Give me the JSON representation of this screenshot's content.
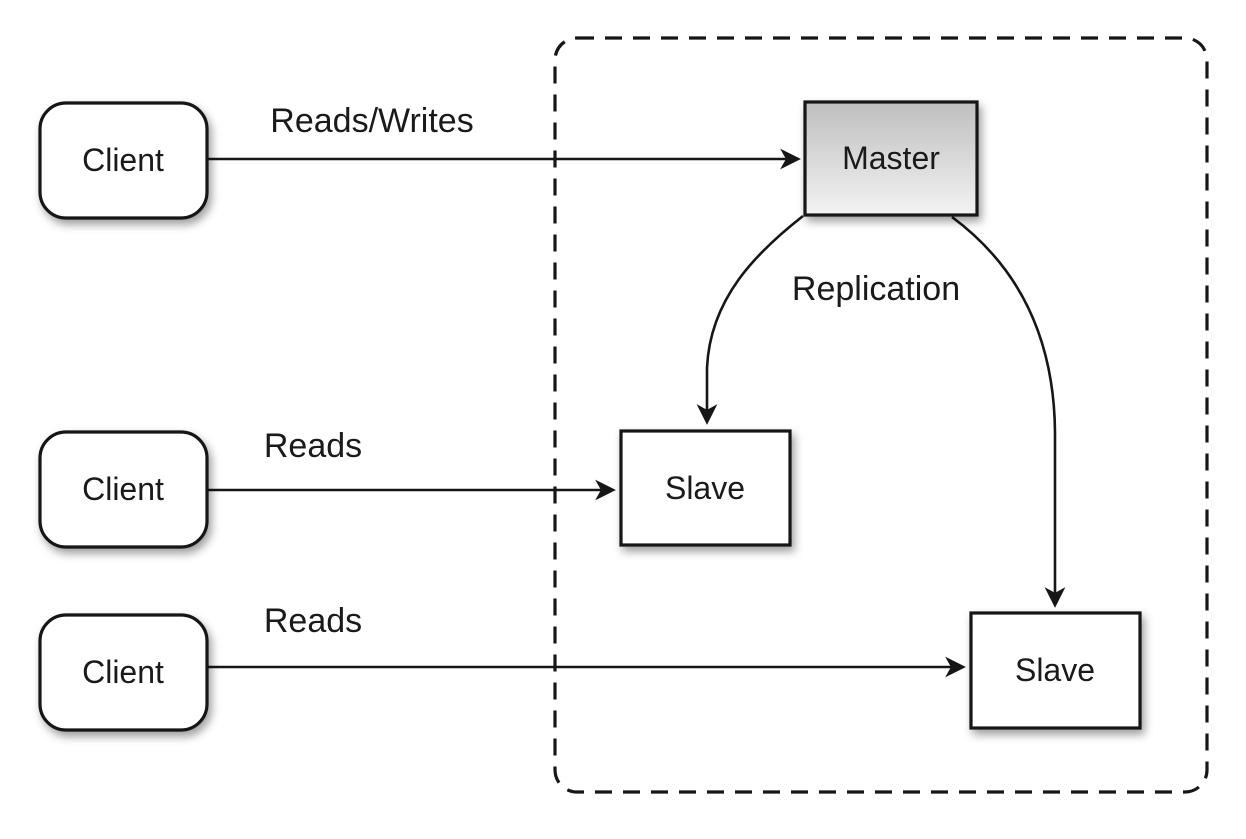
{
  "diagram": {
    "nodes": {
      "client1": {
        "label": "Client"
      },
      "client2": {
        "label": "Client"
      },
      "client3": {
        "label": "Client"
      },
      "master": {
        "label": "Master"
      },
      "slave1": {
        "label": "Slave"
      },
      "slave2": {
        "label": "Slave"
      }
    },
    "edges": {
      "client1_master": {
        "label": "Reads/Writes"
      },
      "client2_slave1": {
        "label": "Reads"
      },
      "client3_slave2": {
        "label": "Reads"
      },
      "master_slaves": {
        "label": "Replication"
      }
    },
    "colors": {
      "stroke": "#161616",
      "node_fill": "#ffffff",
      "master_gradient_top": "#bfbfbf",
      "master_gradient_bottom": "#f3f3f3",
      "background": "#ffffff"
    }
  }
}
